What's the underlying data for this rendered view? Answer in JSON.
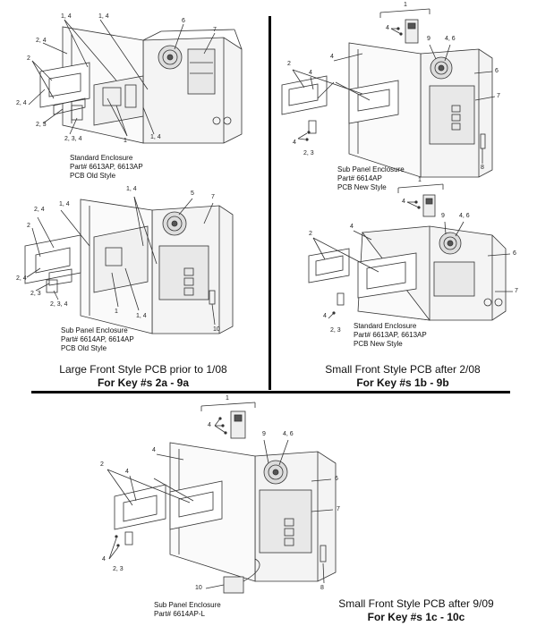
{
  "sections": [
    {
      "title": "Large Front Style PCB prior to 1/08",
      "key": "For Key #s 2a - 9a",
      "diagrams": [
        {
          "caption": [
            "Standard Enclosure",
            "Part# 6613AP, 6613AP",
            "PCB Old Style"
          ],
          "labels": [
            "1, 4",
            "1, 4",
            "6",
            "7",
            "2, 4",
            "2",
            "2, 4",
            "2, 3",
            "2, 3, 4",
            "1",
            "1, 4"
          ]
        },
        {
          "caption": [
            "Sub Panel Enclosure",
            "Part# 6614AP, 6614AP",
            "PCB Old Style"
          ],
          "labels": [
            "1, 4",
            "5",
            "7",
            "1, 4",
            "2, 4",
            "2",
            "2, 4",
            "2, 3",
            "2, 3, 4",
            "1",
            "1, 4",
            "10"
          ]
        }
      ]
    },
    {
      "title": "Small Front Style PCB after 2/08",
      "key": "For Key #s 1b - 9b",
      "diagrams": [
        {
          "caption": [
            "Sub Panel Enclosure",
            "Part# 6614AP",
            "PCB New Style"
          ],
          "labels": [
            "1",
            "4",
            "9",
            "4, 6",
            "2",
            "4",
            "4",
            "6",
            "7",
            "4",
            "2, 3",
            "8"
          ]
        },
        {
          "caption": [
            "Standard Enclosure",
            "Part# 6613AP, 6613AP",
            "PCB New Style"
          ],
          "labels": [
            "1",
            "4",
            "9",
            "4, 6",
            "2",
            "4",
            "6",
            "7",
            "4",
            "2, 3"
          ]
        }
      ]
    },
    {
      "title": "Small Front Style PCB after 9/09",
      "key": "For Key #s 1c - 10c",
      "diagrams": [
        {
          "caption": [
            "Sub Panel Enclosure",
            "Part# 6614AP-L"
          ],
          "labels": [
            "1",
            "4",
            "9",
            "4, 6",
            "2",
            "4",
            "4",
            "6",
            "7",
            "4",
            "2, 3",
            "8",
            "10"
          ]
        }
      ]
    }
  ]
}
